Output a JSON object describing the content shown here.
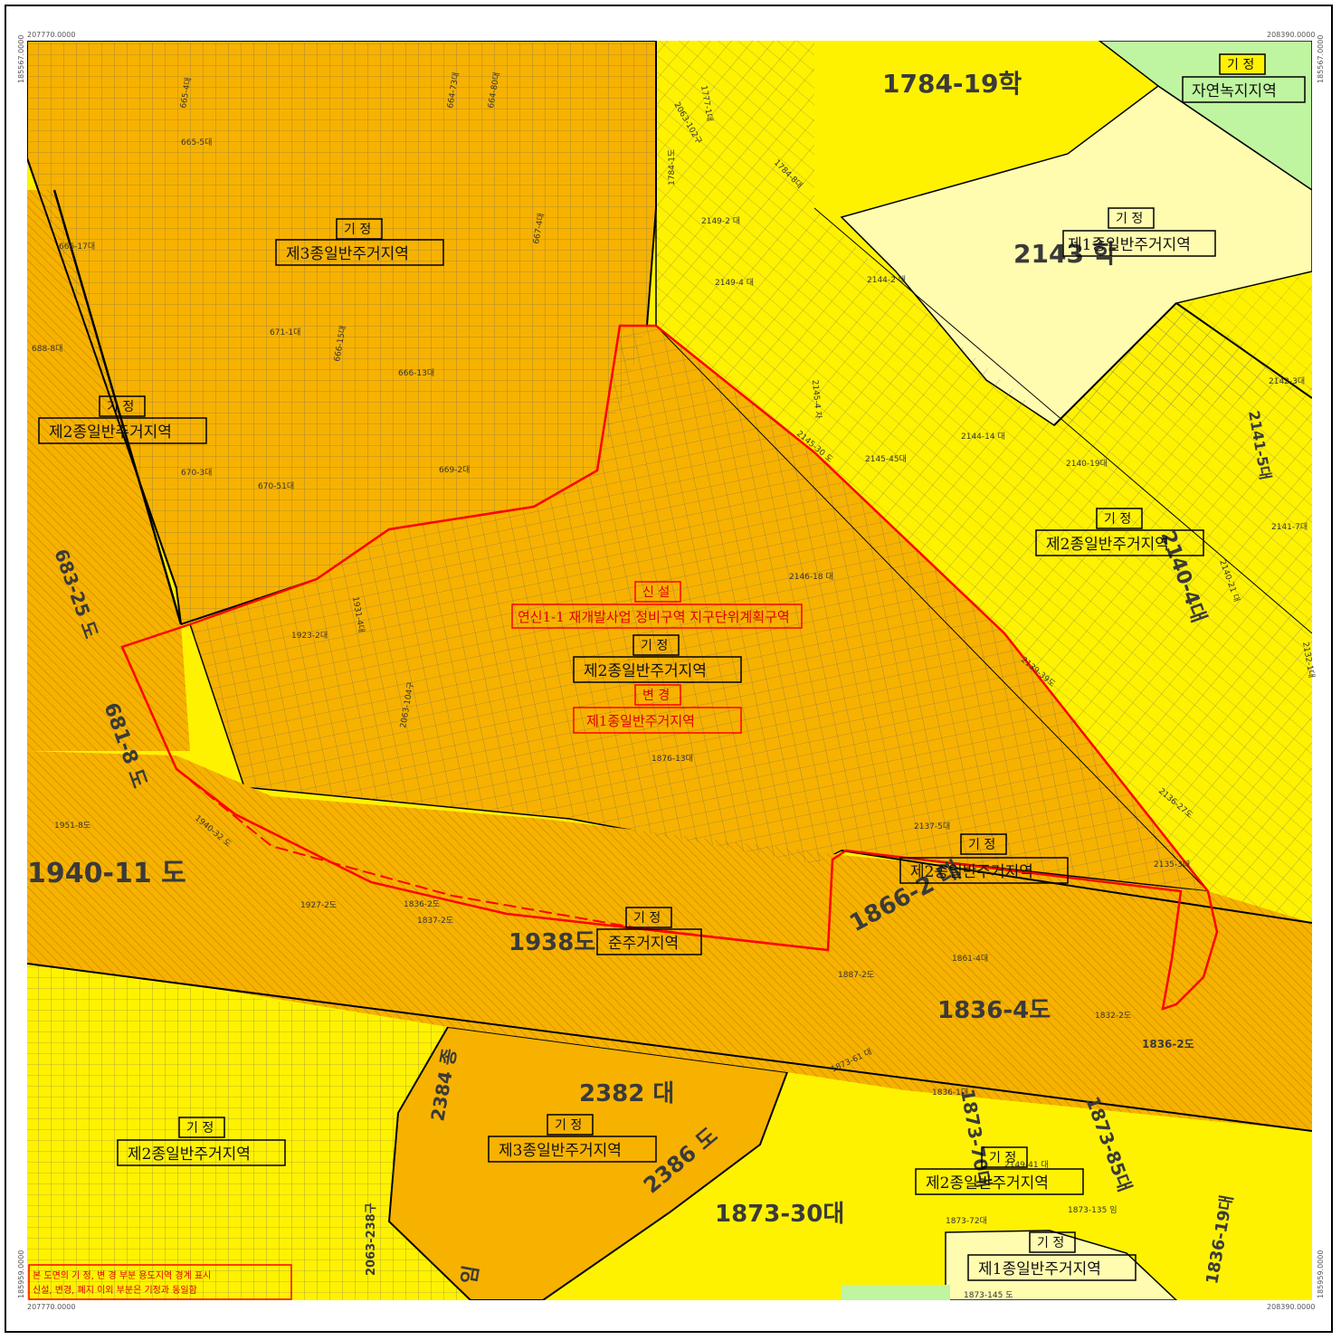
{
  "colors": {
    "zone3": "#F7B200",
    "zone2": "#FFF200",
    "zone1": "#FFFCB0",
    "green": "#BFF5A0",
    "road": "#F2A800",
    "hatch": "#C88A00",
    "boundary_red": "#FF0000",
    "parcel_line": "#555555"
  },
  "coords": {
    "top_left": "207770.0000",
    "top_right": "208390.0000",
    "bottom_left": "207770.0000",
    "bottom_right": "208390.0000",
    "left_top": "185567.0000",
    "right_top": "185567.0000",
    "left_bottom": "185959.0000",
    "right_bottom": "185959.0000"
  },
  "zones": [
    {
      "tag": "기 정",
      "label": "제3종일반주거지역"
    },
    {
      "tag": "기 정",
      "label": "제2종일반주거지역"
    },
    {
      "tag": "기 정",
      "label": "자연녹지지역"
    },
    {
      "tag": "기 정",
      "label": "제1종일반주거지역"
    },
    {
      "tag": "기 정",
      "label": "제2종일반주거지역"
    },
    {
      "tag": "기 정",
      "label": "제2종일반주거지역"
    },
    {
      "tag": "기 정",
      "label": "제2종일반주거지역"
    },
    {
      "tag": "기 정",
      "label": "준주거지역"
    },
    {
      "tag": "기 정",
      "label": "제2종일반주거지역"
    },
    {
      "tag": "기 정",
      "label": "제3종일반주거지역"
    },
    {
      "tag": "기 정",
      "label": "제2종일반주거지역"
    },
    {
      "tag": "기 정",
      "label": "제1종일반주거지역"
    }
  ],
  "plan": {
    "new_tag": "신 설",
    "district_label": "연신1-1 재개발사업 정비구역 지구단위계획구역",
    "change_tag": "변 경",
    "changed_label": "제1종일반주거지역"
  },
  "note": {
    "line1": "본 도면의 기 정, 변 경 부분 용도지역 경계 표시",
    "line2": "신설, 변경, 폐지 이외 부분은 기정과 동일함"
  },
  "big_labels": [
    "1784-19학",
    "2143 학",
    "1940-11 도",
    "1938도",
    "1866-2 대",
    "1836-4도",
    "2382 대",
    "1873-30대",
    "2140-4대",
    "2386 도",
    "1873-85대",
    "1836-19대",
    "2384 종",
    "681-8 도",
    "683-25 도",
    "2141-5대",
    "2063-238구",
    "1873-70대",
    "1836-2도",
    "임"
  ],
  "parcels": [
    "665-4대",
    "664-73대",
    "664-80대",
    "665-5대",
    "666-17대",
    "667-4대",
    "671-1대",
    "666-15대",
    "666-13대",
    "669-2대",
    "670-51대",
    "670-3대",
    "688-8대",
    "1777-1대",
    "2063-102구",
    "1784-8대",
    "1784-1도",
    "2149-2 대",
    "2149-4 대",
    "2144-2 대",
    "2145-4 자",
    "2145-30 도",
    "2145-45대",
    "2144-14 대",
    "2139-39도",
    "2140-19대",
    "2140-21 대",
    "2137-5대",
    "1923-2대",
    "1931-4대",
    "2063-104구",
    "1876-13대",
    "2146-18 대",
    "2135-3대",
    "1951-8도",
    "1940-32 도",
    "1927-2도",
    "1836-2도",
    "1837-2도",
    "1873-61 대",
    "1873-72대",
    "1873-135 임",
    "1873-145 도",
    "2132-1대",
    "2141-7대",
    "2142-3대",
    "2136-27도",
    "1832-2도",
    "1887-2도",
    "1861-4대",
    "2149-41 대",
    "1836-1대"
  ]
}
